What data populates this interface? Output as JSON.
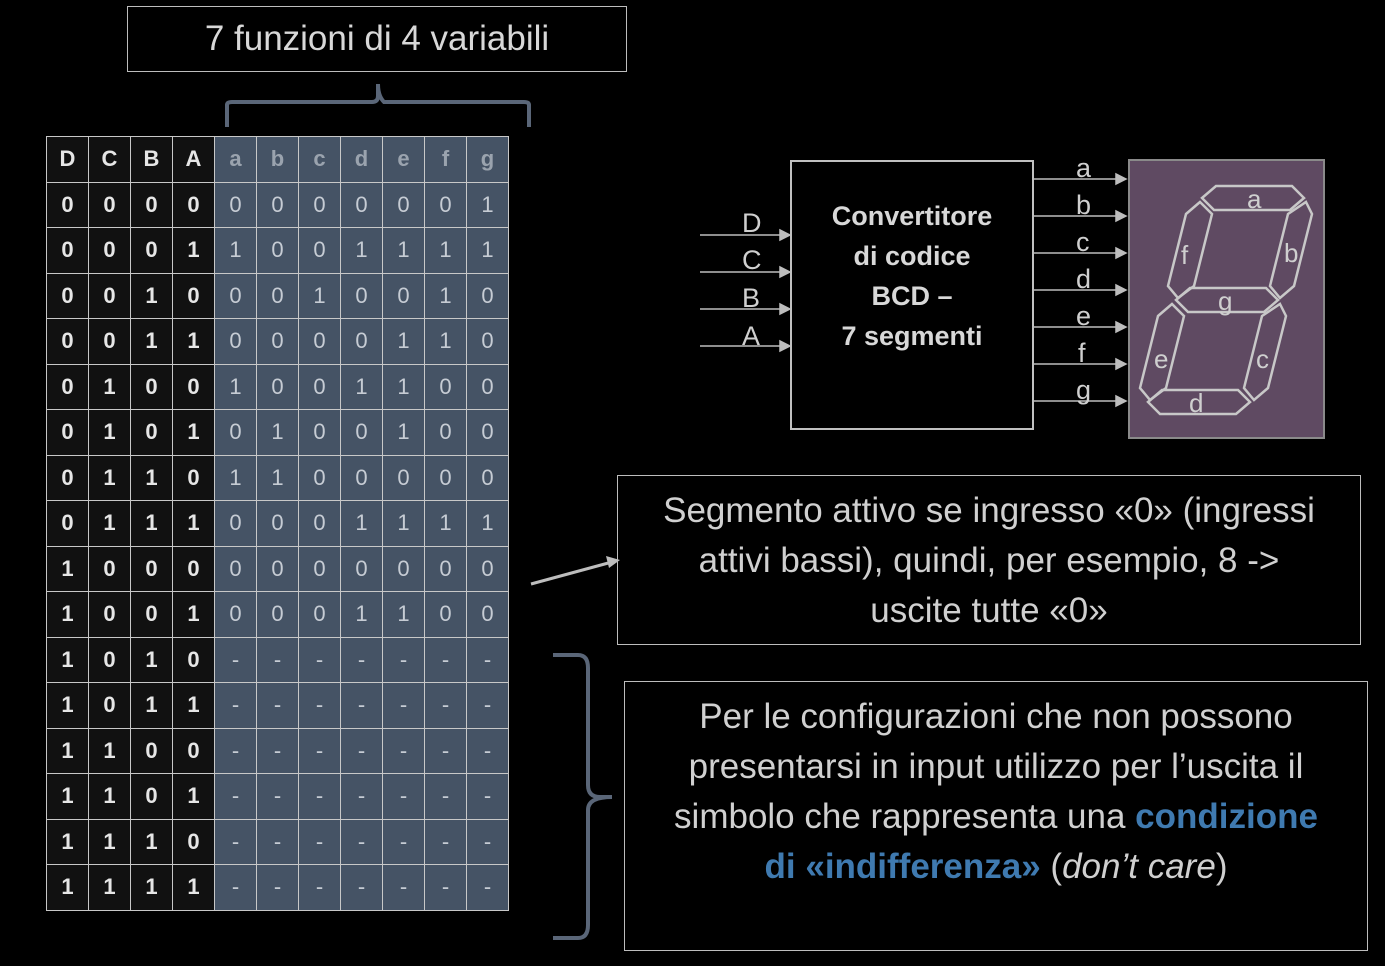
{
  "title": "7 funzioni di 4 variabili",
  "table": {
    "inputs": [
      "D",
      "C",
      "B",
      "A"
    ],
    "outputs": [
      "a",
      "b",
      "c",
      "d",
      "e",
      "f",
      "g"
    ],
    "rows": [
      [
        "0",
        "0",
        "0",
        "0",
        "0",
        "0",
        "0",
        "0",
        "0",
        "0",
        "1"
      ],
      [
        "0",
        "0",
        "0",
        "1",
        "1",
        "0",
        "0",
        "1",
        "1",
        "1",
        "1"
      ],
      [
        "0",
        "0",
        "1",
        "0",
        "0",
        "0",
        "1",
        "0",
        "0",
        "1",
        "0"
      ],
      [
        "0",
        "0",
        "1",
        "1",
        "0",
        "0",
        "0",
        "0",
        "1",
        "1",
        "0"
      ],
      [
        "0",
        "1",
        "0",
        "0",
        "1",
        "0",
        "0",
        "1",
        "1",
        "0",
        "0"
      ],
      [
        "0",
        "1",
        "0",
        "1",
        "0",
        "1",
        "0",
        "0",
        "1",
        "0",
        "0"
      ],
      [
        "0",
        "1",
        "1",
        "0",
        "1",
        "1",
        "0",
        "0",
        "0",
        "0",
        "0"
      ],
      [
        "0",
        "1",
        "1",
        "1",
        "0",
        "0",
        "0",
        "1",
        "1",
        "1",
        "1"
      ],
      [
        "1",
        "0",
        "0",
        "0",
        "0",
        "0",
        "0",
        "0",
        "0",
        "0",
        "0"
      ],
      [
        "1",
        "0",
        "0",
        "1",
        "0",
        "0",
        "0",
        "1",
        "1",
        "0",
        "0"
      ],
      [
        "1",
        "0",
        "1",
        "0",
        "-",
        "-",
        "-",
        "-",
        "-",
        "-",
        "-"
      ],
      [
        "1",
        "0",
        "1",
        "1",
        "-",
        "-",
        "-",
        "-",
        "-",
        "-",
        "-"
      ],
      [
        "1",
        "1",
        "0",
        "0",
        "-",
        "-",
        "-",
        "-",
        "-",
        "-",
        "-"
      ],
      [
        "1",
        "1",
        "0",
        "1",
        "-",
        "-",
        "-",
        "-",
        "-",
        "-",
        "-"
      ],
      [
        "1",
        "1",
        "1",
        "0",
        "-",
        "-",
        "-",
        "-",
        "-",
        "-",
        "-"
      ],
      [
        "1",
        "1",
        "1",
        "1",
        "-",
        "-",
        "-",
        "-",
        "-",
        "-",
        "-"
      ]
    ]
  },
  "converter": {
    "line1": "Convertitore",
    "line2": "di codice",
    "line3": "BCD –",
    "line4": "7 segmenti",
    "inputs": [
      "D",
      "C",
      "B",
      "A"
    ],
    "outputs": [
      "a",
      "b",
      "c",
      "d",
      "e",
      "f",
      "g"
    ]
  },
  "display": {
    "segments": [
      "a",
      "b",
      "c",
      "d",
      "e",
      "f",
      "g"
    ]
  },
  "note1": {
    "line1": "Segmento attivo se ingresso «0» (ingressi",
    "line2": "attivi bassi), quindi, per esempio, 8 ->",
    "line3": "uscite tutte «0»"
  },
  "note2": {
    "line1": "Per le configurazioni che non possono",
    "line2": "presentarsi in input utilizzo per l’uscita il",
    "line3_pre": "simbolo che rappresenta una ",
    "line3_hl": "condizione",
    "line4_hl": "di «indifferenza»",
    "line4_mid": " (",
    "line4_it": "don’t care",
    "line4_end": ")"
  },
  "colors": {
    "accent": "#3f7ab0",
    "output_cells": "#455365",
    "display_bg": "#5f4a62"
  }
}
